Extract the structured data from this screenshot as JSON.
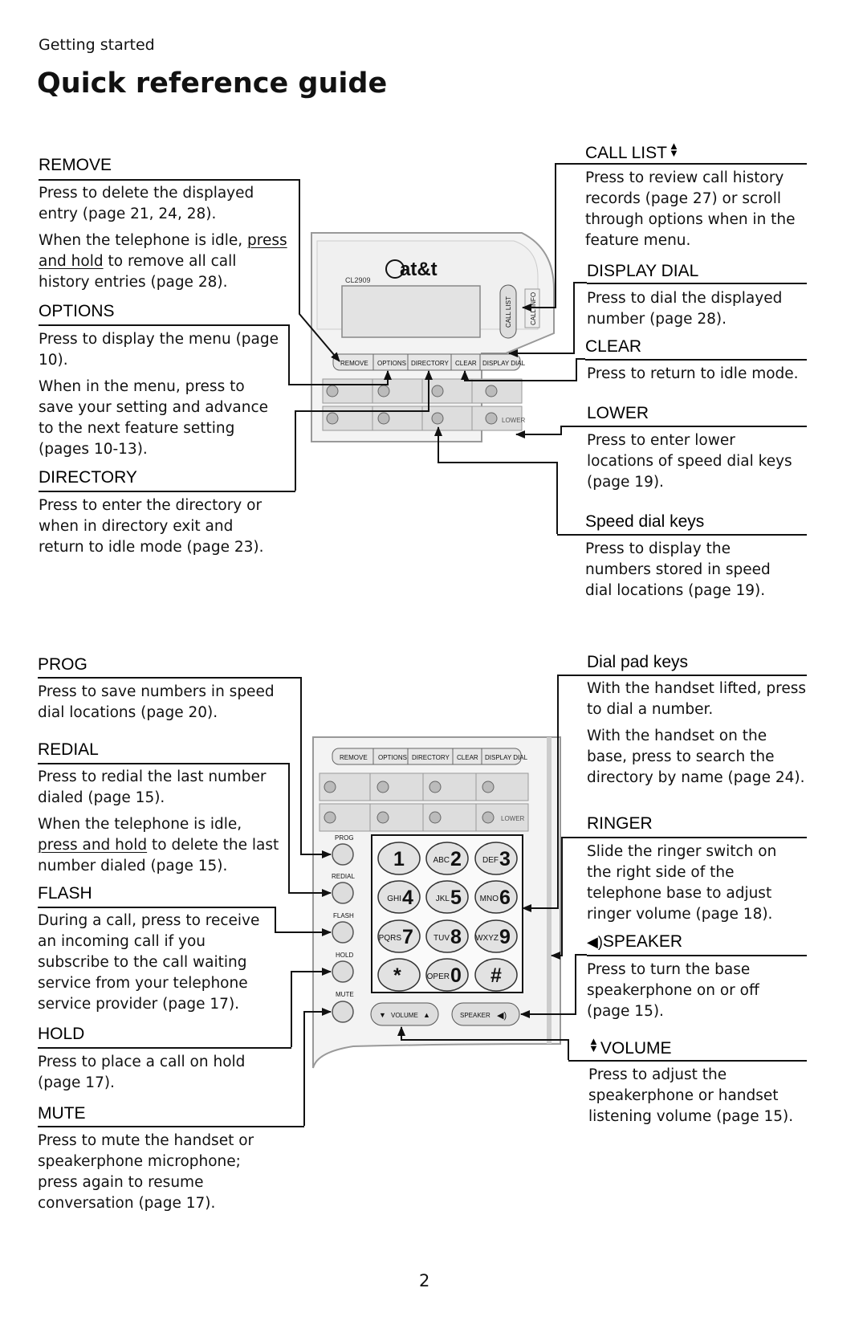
{
  "header": {
    "section": "Getting started",
    "title": "Quick reference guide"
  },
  "page_number": "2",
  "top_device": {
    "brand": "at&t",
    "model": "CL2909",
    "buttons": [
      "REMOVE",
      "OPTIONS",
      "DIRECTORY",
      "CLEAR",
      "DISPLAY DIAL"
    ],
    "side_buttons": [
      "CALL LIST",
      "CALL INFO"
    ],
    "lower_label": "LOWER"
  },
  "bottom_device": {
    "buttons": [
      "REMOVE",
      "OPTIONS",
      "DIRECTORY",
      "CLEAR",
      "DISPLAY DIAL"
    ],
    "lower_label": "LOWER",
    "side_labels": [
      "PROG",
      "REDIAL",
      "FLASH",
      "HOLD",
      "MUTE"
    ],
    "keypad": [
      {
        "digit": "1",
        "letters": ""
      },
      {
        "digit": "2",
        "letters": "ABC"
      },
      {
        "digit": "3",
        "letters": "DEF"
      },
      {
        "digit": "4",
        "letters": "GHI"
      },
      {
        "digit": "5",
        "letters": "JKL"
      },
      {
        "digit": "6",
        "letters": "MNO"
      },
      {
        "digit": "7",
        "letters": "PQRS"
      },
      {
        "digit": "8",
        "letters": "TUV"
      },
      {
        "digit": "9",
        "letters": "WXYZ"
      },
      {
        "digit": "*",
        "letters": ""
      },
      {
        "digit": "0",
        "letters": "OPER"
      },
      {
        "digit": "#",
        "letters": ""
      }
    ],
    "volume_label": "VOLUME",
    "speaker_label": "SPEAKER"
  },
  "sections": {
    "remove": {
      "title": "REMOVE",
      "p1": "Press to delete the displayed entry (page 21, 24, 28).",
      "p2_pre": "When the telephone is idle, ",
      "p2_ul": "press and hold",
      "p2_post": " to remove all call history entries (page 28)."
    },
    "options": {
      "title": "OPTIONS",
      "p1": "Press to display the menu (page 10).",
      "p2": "When in the menu, press to save your setting and advance to the next feature setting (pages 10-13)."
    },
    "directory": {
      "title": "DIRECTORY",
      "p1": "Press to enter the directory or when in directory exit and return to idle mode (page 23)."
    },
    "call_list": {
      "title": "CALL LIST",
      "p1": "Press to review call history records (page 27) or scroll through options when in the feature menu."
    },
    "display_dial": {
      "title": "DISPLAY DIAL",
      "p1": "Press to dial the displayed number (page 28)."
    },
    "clear": {
      "title": "CLEAR",
      "p1": "Press to return to idle mode."
    },
    "lower": {
      "title": "LOWER",
      "p1": "Press to enter lower locations of speed dial keys (page 19)."
    },
    "speed_dial": {
      "title": "Speed dial keys",
      "p1": "Press to display the numbers stored in speed dial locations (page 19)."
    },
    "prog": {
      "title": "PROG",
      "p1": "Press to save numbers in speed dial locations (page 20)."
    },
    "redial": {
      "title": "REDIAL",
      "p1": "Press to redial the last number dialed (page 15).",
      "p2_pre": "When the telephone is idle, ",
      "p2_ul": "press and hold",
      "p2_post": " to delete the last number dialed (page 15)."
    },
    "flash": {
      "title": "FLASH",
      "p1": "During a call, press to receive an incoming call if you subscribe to the call waiting service from your telephone service provider (page 17)."
    },
    "hold": {
      "title": "HOLD",
      "p1": "Press to place a call on hold (page 17)."
    },
    "mute": {
      "title": "MUTE",
      "p1": "Press to mute the handset or speakerphone microphone; press again to resume conversation (page 17)."
    },
    "dial_pad": {
      "title": "Dial pad keys",
      "p1": "With the handset lifted, press to dial a number.",
      "p2": "With the handset on the base, press to search the directory by name (page 24)."
    },
    "ringer": {
      "title": "RINGER",
      "p1": "Slide the ringer switch on the right side of the telephone base to adjust ringer volume (page 18)."
    },
    "speaker": {
      "title": "SPEAKER",
      "p1": "Press to turn the base speakerphone on or off (page 15)."
    },
    "volume": {
      "title": "VOLUME",
      "p1": "Press to adjust the speakerphone or handset listening volume (page 15)."
    }
  }
}
